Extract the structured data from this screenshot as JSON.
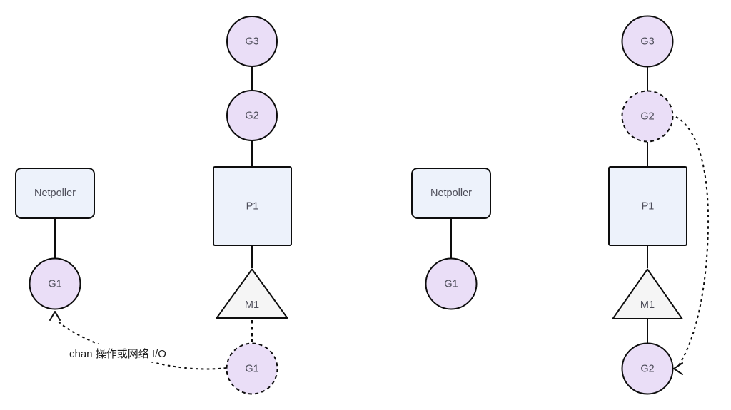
{
  "colors": {
    "stroke": "#0d0d0d",
    "goroutine_fill": "#eadef7",
    "box_fill": "#edf2fb",
    "machine_fill": "#f5f5f5",
    "node_text": "#4c4c58",
    "annotation_text": "#1e1e1e",
    "background": "#ffffff"
  },
  "left_diagram": {
    "netpoller": "Netpoller",
    "netpoller_goroutine": "G1",
    "runqueue_g3": "G3",
    "runqueue_g2": "G2",
    "processor": "P1",
    "machine": "M1",
    "blocked_goroutine": "G1",
    "annotation": "chan 操作或网络 I/O"
  },
  "right_diagram": {
    "netpoller": "Netpoller",
    "netpoller_goroutine": "G1",
    "runqueue_g3": "G3",
    "runqueue_g2": "G2",
    "processor": "P1",
    "machine": "M1",
    "resumed_goroutine": "G2"
  }
}
